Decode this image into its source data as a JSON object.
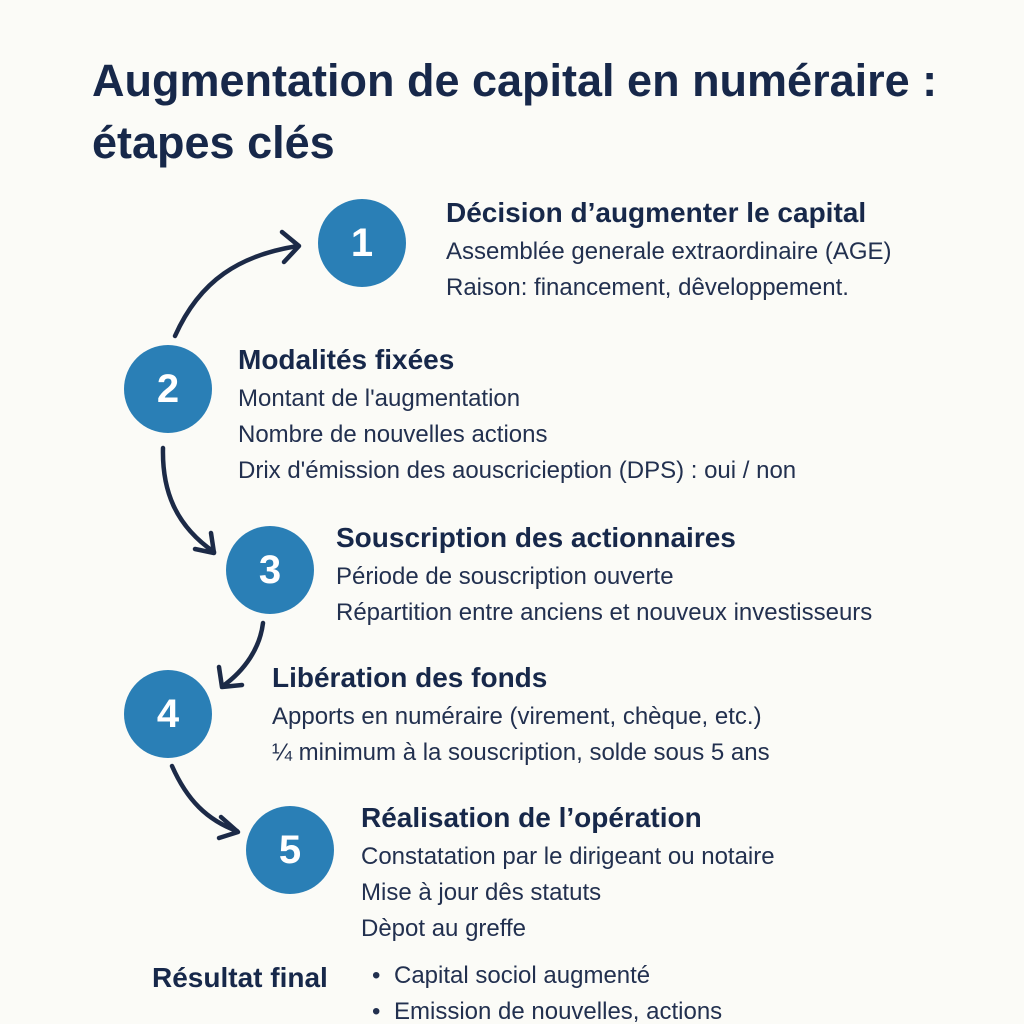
{
  "title": "Augmentation de capital en numéraire : étapes clés",
  "colors": {
    "circle": "#2a7fb6",
    "arrow": "#1c2a47",
    "title": "#17284a",
    "background": "#fbfbf7"
  },
  "steps": [
    {
      "number": "1",
      "title": "Décision d’augmenter le capital",
      "lines": [
        "Assemblée generale extraordinaire (AGE)",
        "Raison: financement, dêveloppement."
      ]
    },
    {
      "number": "2",
      "title": "Modalités fixées",
      "lines": [
        "Montant de l'augmentation",
        "Nombre de nouvelles actions",
        "Drix d'émission des aouscricieption (DPS) : oui / non"
      ]
    },
    {
      "number": "3",
      "title": "Souscription des actionnaires",
      "lines": [
        "Période de souscription ouverte",
        "Répartition entre anciens et nouveux investisseurs"
      ]
    },
    {
      "number": "4",
      "title": "Libération des fonds",
      "lines": [
        "Apports en numéraire (virement, chèque, etc.)",
        "¼ minimum à la souscription, solde sous 5 ans"
      ]
    },
    {
      "number": "5",
      "title": "Réalisation de l’opération",
      "lines": [
        "Constatation par le dirigeant ou notaire",
        "Mise à jour dês statuts",
        "Dèpot au greffe"
      ]
    }
  ],
  "result": {
    "label": "Résultat final",
    "items": [
      "Capital sociol augmenté",
      "Emission de nouvelles, actions"
    ]
  }
}
